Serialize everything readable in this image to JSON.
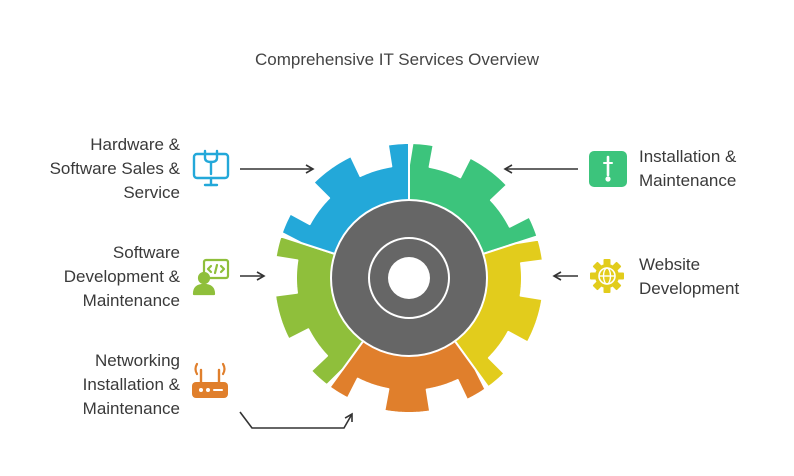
{
  "title": "Comprehensive IT Services Overview",
  "services": [
    {
      "lines": [
        "Hardware &",
        "Software Sales &",
        "Service"
      ],
      "color": "#23a8d9",
      "icon": "tools-monitor-icon"
    },
    {
      "lines": [
        "Installation &",
        "Maintenance"
      ],
      "color": "#3cc47c",
      "icon": "install-tool-icon"
    },
    {
      "lines": [
        "Software",
        "Development &",
        "Maintenance"
      ],
      "color": "#8fbf3b",
      "icon": "developer-code-icon"
    },
    {
      "lines": [
        "Website",
        "Development"
      ],
      "color": "#e2cc1c",
      "icon": "globe-gear-icon"
    },
    {
      "lines": [
        "Networking",
        "Installation &",
        "Maintenance"
      ],
      "color": "#e07f2c",
      "icon": "router-icon"
    }
  ],
  "gear": {
    "inner_color": "#666666",
    "hub_ring_color": "#555555"
  }
}
